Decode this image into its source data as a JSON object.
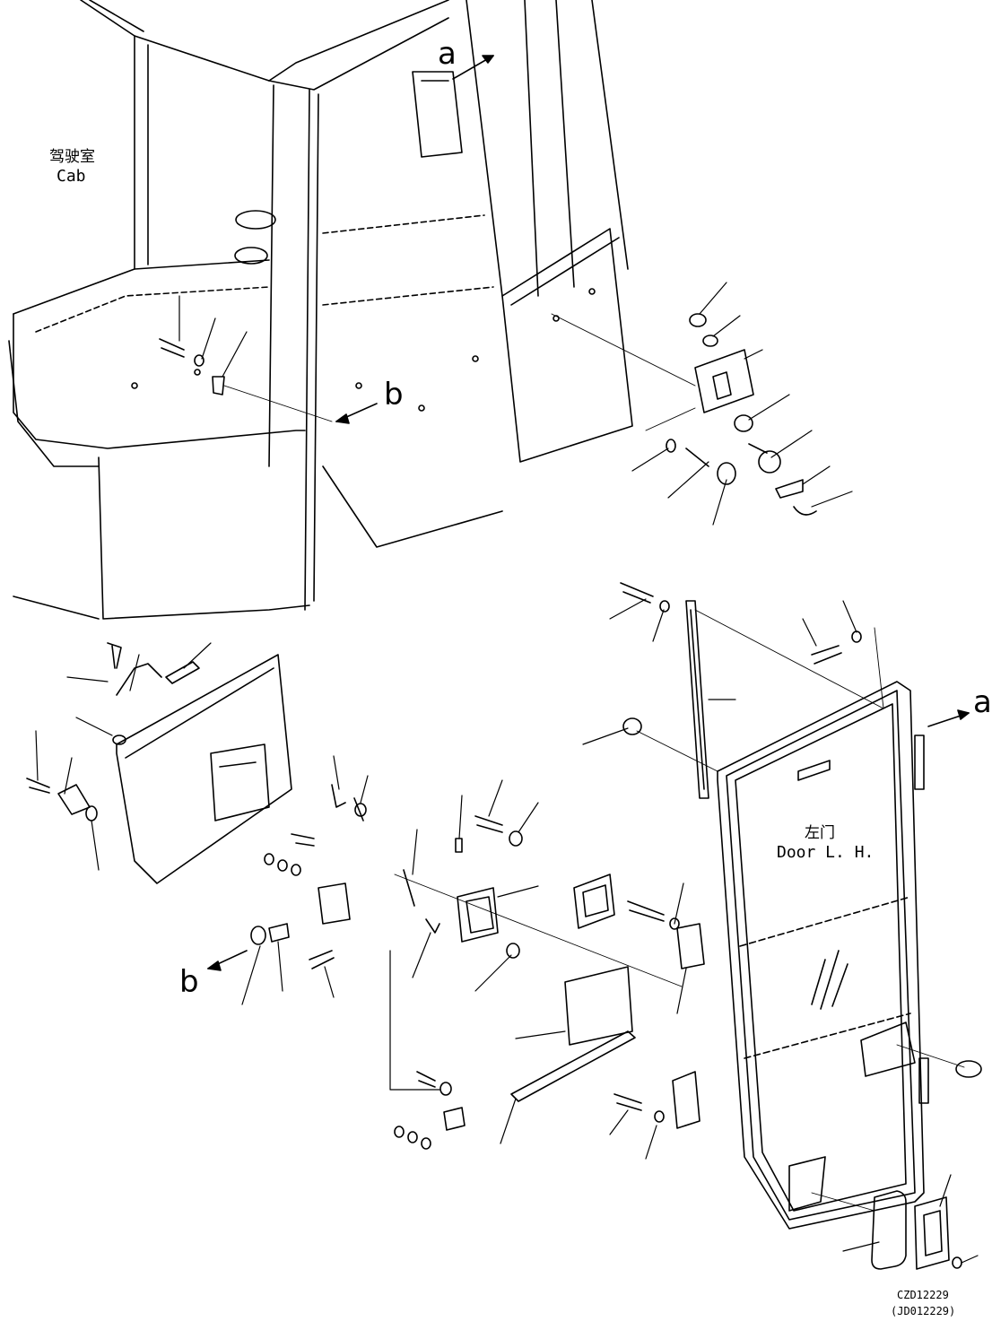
{
  "labels": {
    "cab_cn": "驾驶室",
    "cab_en": "Cab",
    "door_cn": "左门",
    "door_en": "Door L. H.",
    "marker_a_top": "a",
    "marker_a_right": "a",
    "marker_b_mid": "b",
    "marker_b_left": "b",
    "drawing_code": "CZD12229",
    "drawing_code_alt": "(JD012229)"
  },
  "colors": {
    "line": "#000000",
    "background": "#ffffff"
  }
}
